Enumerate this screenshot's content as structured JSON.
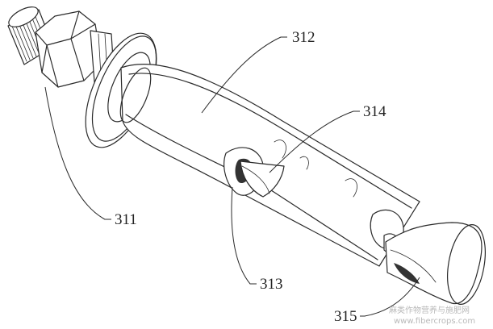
{
  "labels": {
    "l312": "312",
    "l314": "314",
    "l311": "311",
    "l313": "313",
    "l315": "315"
  },
  "watermark": {
    "line1": "麻类作物营养与施肥网",
    "line2": "www.fibercrops.com"
  },
  "colors": {
    "ink": "#2a2a2a",
    "background": "#ffffff",
    "watermark": "#b9b9b9"
  }
}
